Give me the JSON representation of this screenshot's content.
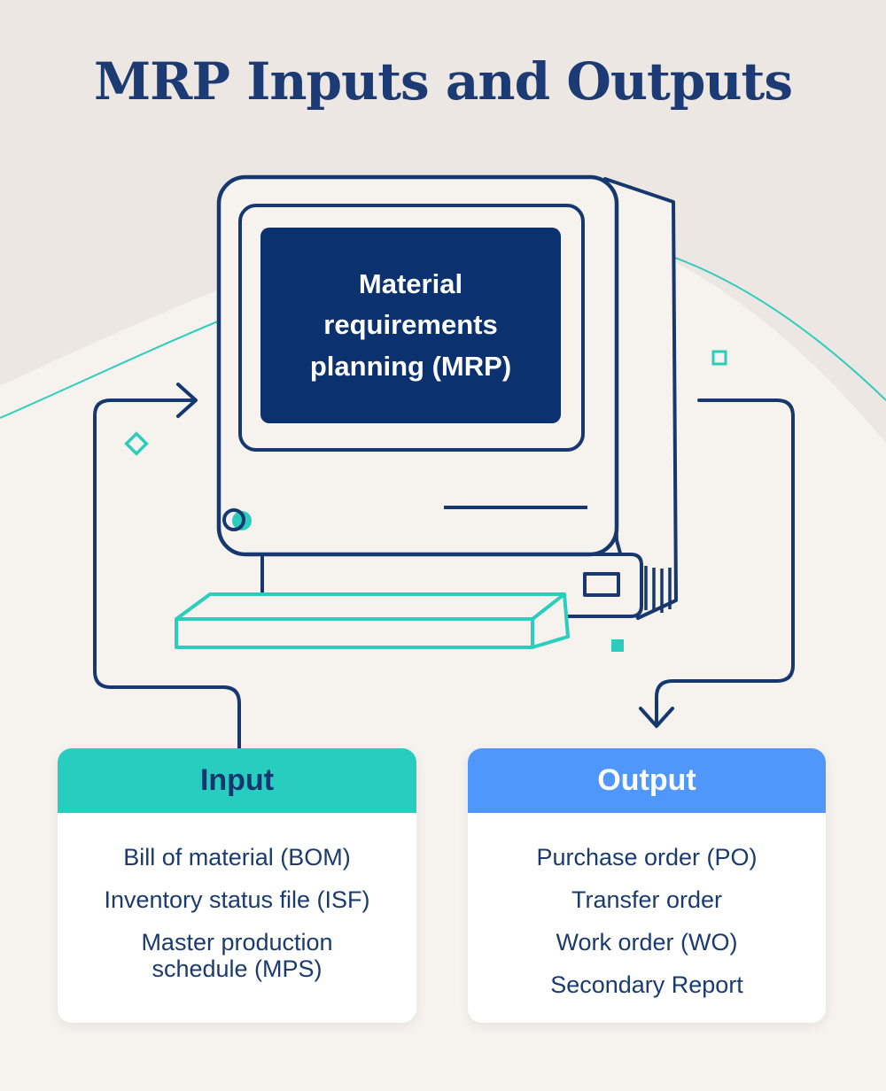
{
  "title": "MRP Inputs and Outputs",
  "monitor": {
    "screen_text": "Material requirements planning (MRP)"
  },
  "cards": {
    "input": {
      "title": "Input",
      "header_color": "#27CDBF",
      "title_color": "#14386E",
      "items": [
        "Bill of material (BOM)",
        "Inventory status file (ISF)",
        "Master production schedule (MPS)"
      ]
    },
    "output": {
      "title": "Output",
      "header_color": "#4F97FA",
      "title_color": "#FFFFFF",
      "items": [
        "Purchase order (PO)",
        "Transfer order",
        "Work order (WO)",
        "Secondary Report"
      ]
    }
  },
  "icons": {
    "diamond_icon": "small teal diamond outline",
    "square_outline_icon": "small teal square outline",
    "square_filled_icon": "small teal filled square",
    "power_button_icon": "monitor power button",
    "keyboard_icon": "teal retro keyboard",
    "computer_icon": "retro desktop computer"
  },
  "colors": {
    "background": "#F6F2EE",
    "background_shape": "#ECE7E2",
    "line_navy": "#17386E",
    "screen_navy": "#0B316E",
    "accent_teal": "#2BCDBD",
    "title_text": "#1C3A73",
    "card_text": "#1B3B6E",
    "card_background": "#FFFFFF"
  }
}
